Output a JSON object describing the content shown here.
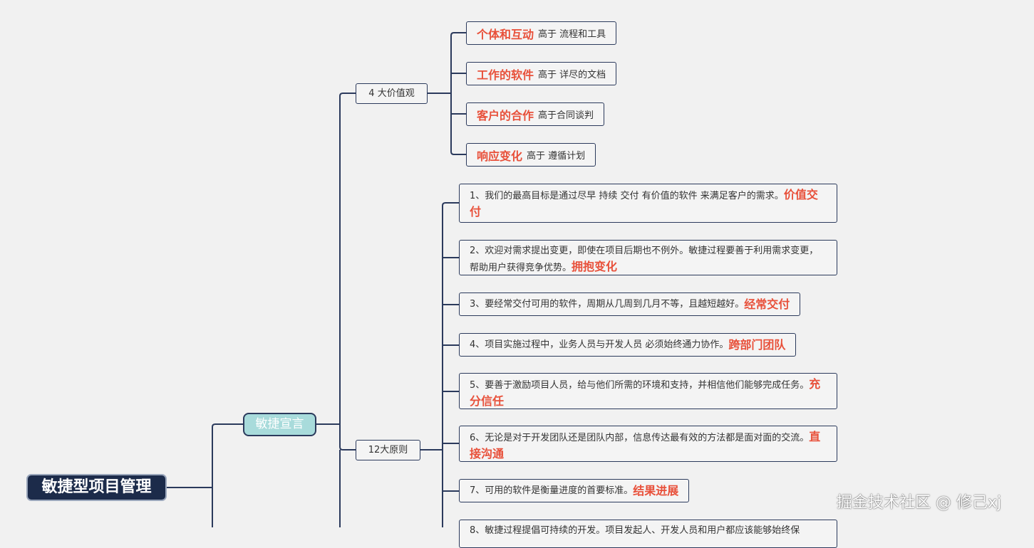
{
  "root": {
    "label": "敏捷型项目管理"
  },
  "branch": {
    "label": "敏捷宣言"
  },
  "values_node": {
    "label": "4 大价值观"
  },
  "values": [
    {
      "key": "个体和互动",
      "desc": "高于 流程和工具"
    },
    {
      "key": "工作的软件",
      "desc": "高于 详尽的文档"
    },
    {
      "key": "客户的合作",
      "desc": "高于合同谈判"
    },
    {
      "key": "响应变化",
      "desc": "高于 遵循计划"
    }
  ],
  "principles_node": {
    "label": "12大原则"
  },
  "principles": [
    {
      "text": "1、我们的最高目标是通过尽早 持续 交付 有价值的软件 来满足客户的需求。",
      "key": "价值交付"
    },
    {
      "text": "2、欢迎对需求提出变更，即使在项目后期也不例外。敏捷过程要善于利用需求变更，帮助用户获得竞争优势。",
      "key": "拥抱变化"
    },
    {
      "text": "3、要经常交付可用的软件，周期从几周到几月不等，且越短越好。",
      "key": "经常交付"
    },
    {
      "text": "4、项目实施过程中，业务人员与开发人员 必须始终通力协作。",
      "key": "跨部门团队"
    },
    {
      "text": "5、要善于激励项目人员，给与他们所需的环境和支持，并相信他们能够完成任务。",
      "key": "充分信任"
    },
    {
      "text": "6、无论是对于开发团队还是团队内部，信息传达最有效的方法都是面对面的交流。",
      "key": "直接沟通"
    },
    {
      "text": "7、可用的软件是衡量进度的首要标准。",
      "key": "结果进展"
    },
    {
      "text": "8、敏捷过程提倡可持续的开发。项目发起人、开发人员和用户都应该能够始终保",
      "key": ""
    }
  ],
  "watermark": "掘金技术社区 @ 修己xj",
  "colors": {
    "line": "#2b3a5c",
    "root_bg": "#1c2b4a",
    "branch_bg": "#a8dbdb",
    "accent": "#e8503a",
    "bg": "#f1f1f1"
  }
}
